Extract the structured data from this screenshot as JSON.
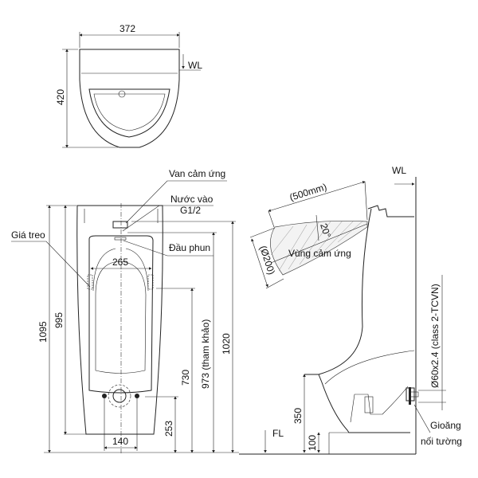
{
  "top_view": {
    "width": "372",
    "height": "420",
    "wl": "WL"
  },
  "front_view": {
    "labels": {
      "sensor_valve": "Van cảm ứng",
      "water_inlet": "Nước vào",
      "inlet_size": "G1/2",
      "hanger": "Giá treo",
      "spray_head": "Đầu phun"
    },
    "dims": {
      "total_height": "1095",
      "body_height": "995",
      "hanger_span": "265",
      "outlet_height": "730",
      "sensor_height": "973 (tham khảo)",
      "inlet_height": "1020",
      "drain_height": "253",
      "drain_width": "140"
    }
  },
  "side_view": {
    "wl": "WL",
    "fl": "FL",
    "sensor_range": "(500mm)",
    "sensor_diameter": "(Ø200)",
    "angle": "20°",
    "sensor_zone": "Vùng cảm ứng",
    "pipe": "Ø60x2.4 (class 2-TCVN)",
    "dims": {
      "lip_height": "350",
      "base_height": "100"
    },
    "gasket_line1": "Gioăng",
    "gasket_line2": "nối tường"
  }
}
